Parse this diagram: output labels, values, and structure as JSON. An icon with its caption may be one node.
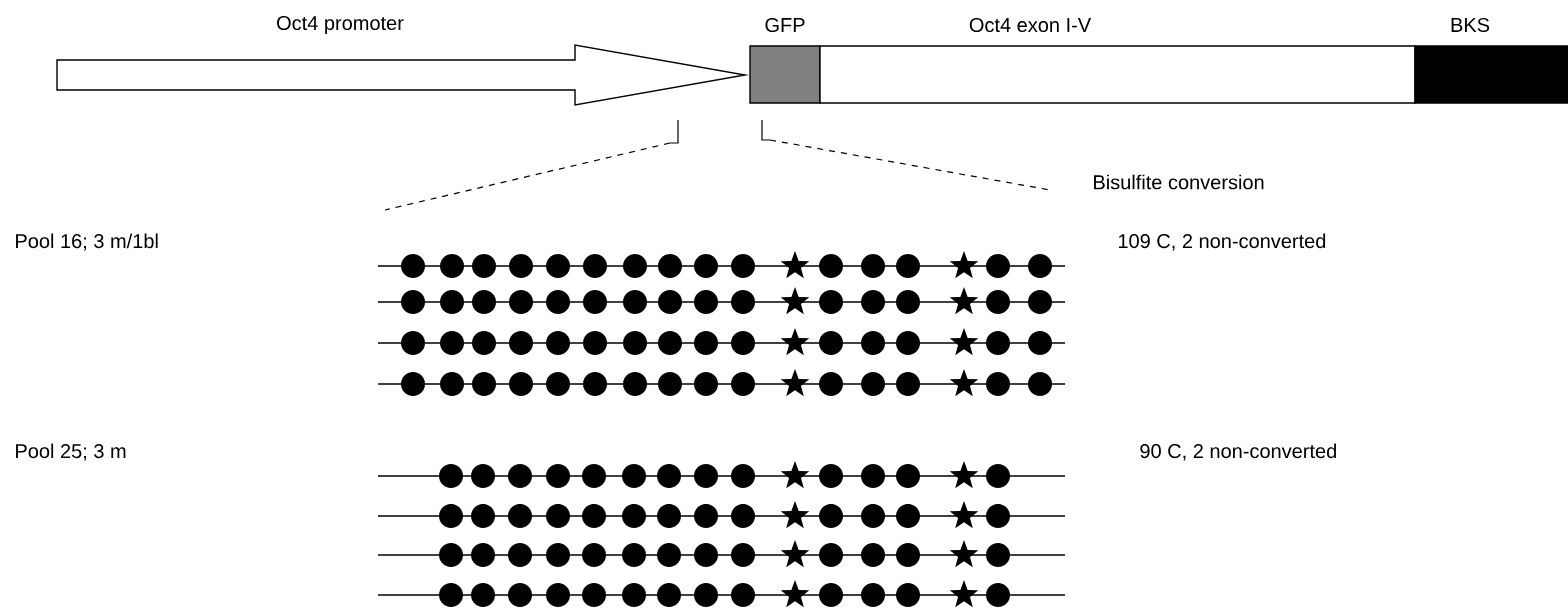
{
  "diagram": {
    "nodes": [
      {
        "text": [
          "Oct4 promoter"
        ]
      },
      {
        "text": [
          "GFP"
        ]
      },
      {
        "text": [
          "Oct4 exon I-V"
        ]
      },
      {
        "text": [
          "BKS"
        ]
      }
    ],
    "labels": [
      "Bisulfite conversion",
      "Pool 16; 3 m/1bl",
      "109 C, 2 non-converted",
      "Pool 25; 3 m",
      "90 C, 2 non-converted"
    ]
  }
}
